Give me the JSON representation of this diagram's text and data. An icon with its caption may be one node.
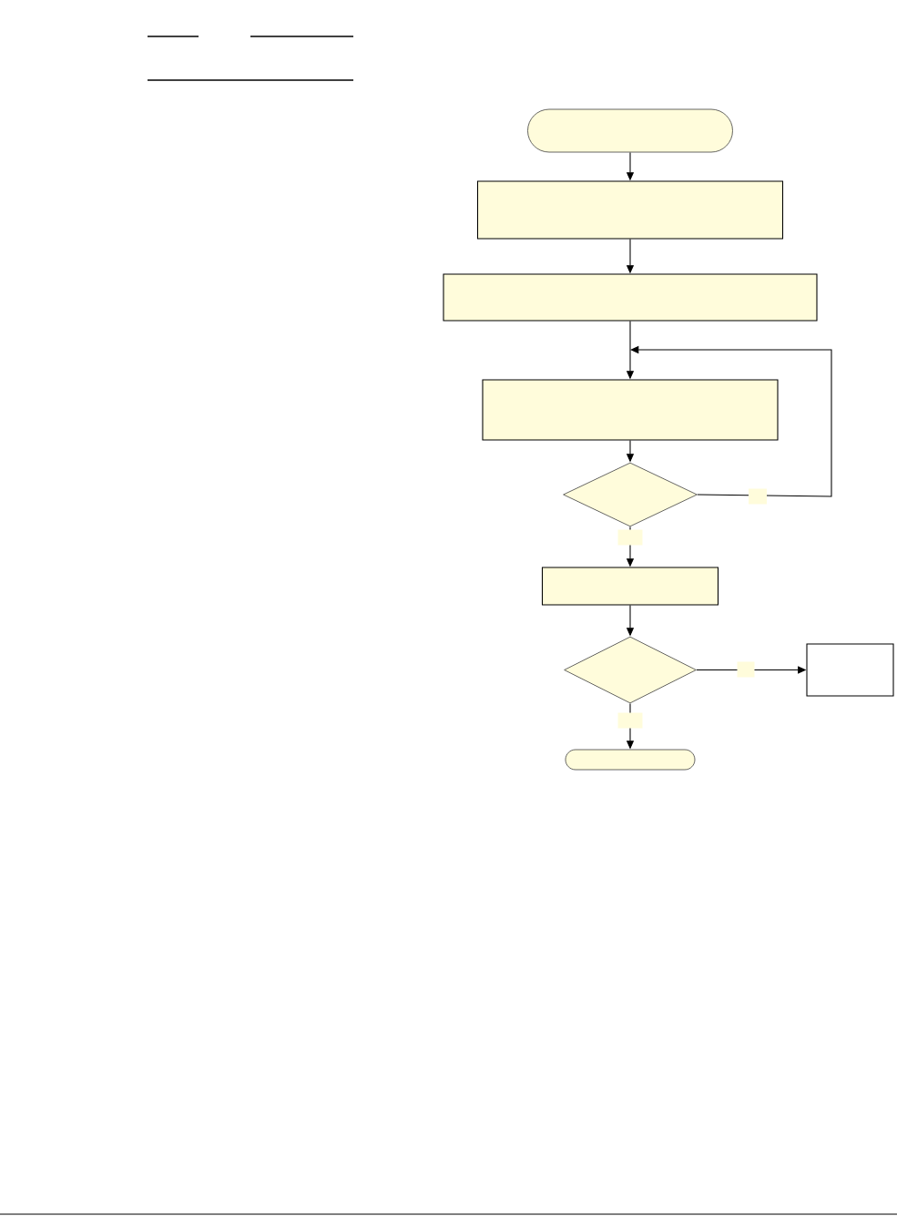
{
  "diagram": {
    "nodes": [
      {
        "text": [],
        "shape": "capsule"
      },
      {
        "text": [],
        "shape": "box"
      },
      {
        "text": [],
        "shape": "box"
      },
      {
        "text": [],
        "shape": "box"
      },
      {
        "text": [],
        "shape": "diamond"
      },
      {
        "text": [],
        "shape": "box"
      },
      {
        "text": [],
        "shape": "diamond"
      },
      {
        "text": [],
        "shape": "box"
      },
      {
        "text": [],
        "shape": "capsule"
      }
    ],
    "edges": [
      {
        "from": 0,
        "to": 1,
        "arrow": "to"
      },
      {
        "from": 1,
        "to": 2,
        "arrow": "to"
      },
      {
        "from": 2,
        "to": 3,
        "arrow": "to"
      },
      {
        "from": 3,
        "to": 4,
        "arrow": "to"
      },
      {
        "from": 4,
        "to": 3,
        "arrow": "to"
      },
      {
        "from": 4,
        "to": 5,
        "arrow": "to"
      },
      {
        "from": 5,
        "to": 6,
        "arrow": "to"
      },
      {
        "from": 6,
        "to": 7,
        "arrow": "to"
      },
      {
        "from": 6,
        "to": 8,
        "arrow": "to"
      }
    ]
  }
}
